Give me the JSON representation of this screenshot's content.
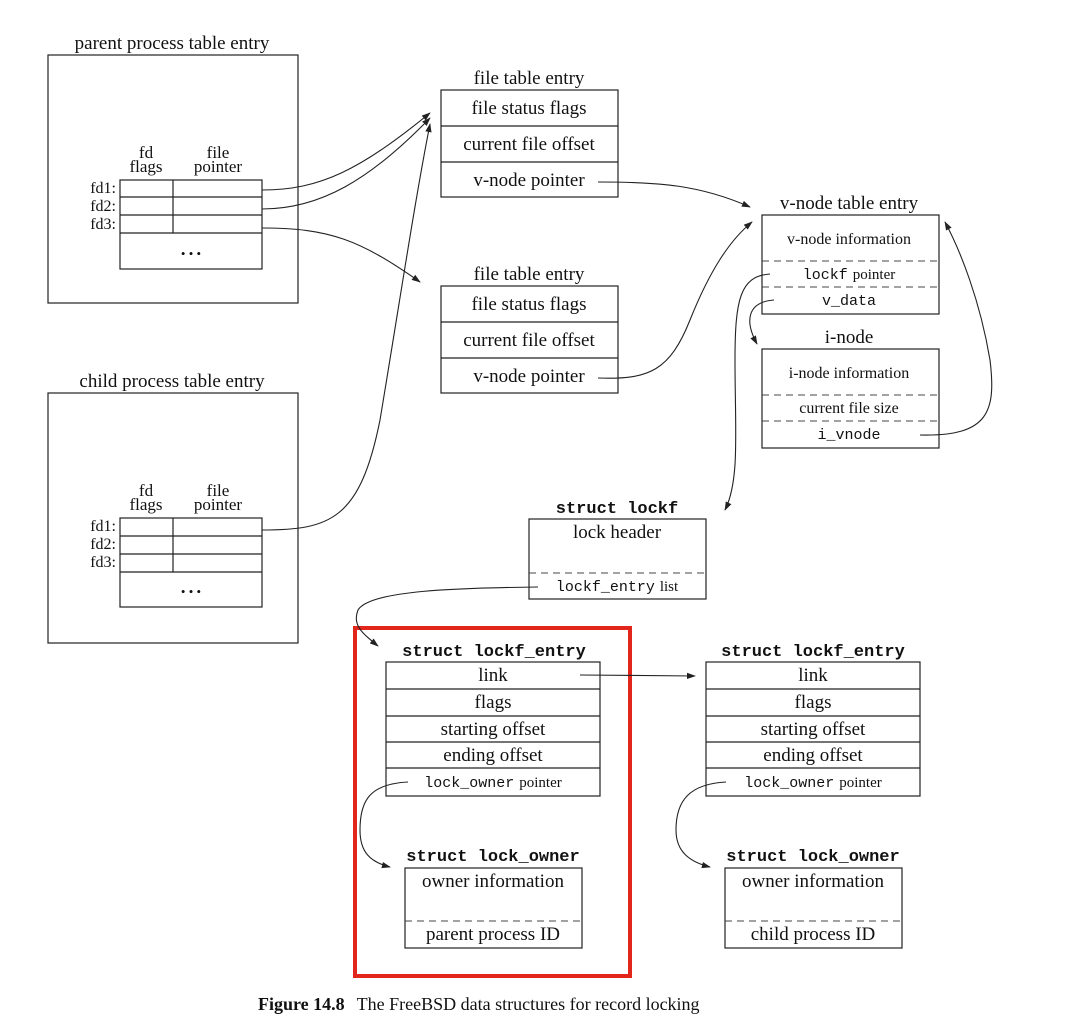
{
  "parent": {
    "title": "parent process table entry",
    "fd_flags_1": "fd",
    "fd_flags_2": "flags",
    "file_pointer_1": "file",
    "file_pointer_2": "pointer",
    "fd1": "fd1:",
    "fd2": "fd2:",
    "fd3": "fd3:",
    "dots": "• • •"
  },
  "child": {
    "title": "child process table entry",
    "fd_flags_1": "fd",
    "fd_flags_2": "flags",
    "file_pointer_1": "file",
    "file_pointer_2": "pointer",
    "fd1": "fd1:",
    "fd2": "fd2:",
    "fd3": "fd3:",
    "dots": "• • •"
  },
  "file_table_1": {
    "title": "file table entry",
    "row1": "file status flags",
    "row2": "current file offset",
    "row3": "v-node pointer"
  },
  "file_table_2": {
    "title": "file table entry",
    "row1": "file status flags",
    "row2": "current file offset",
    "row3": "v-node pointer"
  },
  "vnode": {
    "title": "v-node table entry",
    "info": "v-node information",
    "lockf_code": "lockf",
    "lockf_text": "pointer",
    "v_data": "v_data"
  },
  "inode": {
    "title": "i-node",
    "info": "i-node information",
    "size": "current file size",
    "i_vnode": "i_vnode"
  },
  "lockf": {
    "title": "struct lockf",
    "header": "lock header",
    "entry_code": "lockf_entry",
    "entry_text": "list"
  },
  "lockf_entry_1": {
    "title": "struct lockf_entry",
    "link": "link",
    "flags": "flags",
    "start": "starting offset",
    "end": "ending offset",
    "owner_code": "lock_owner",
    "owner_text": "pointer"
  },
  "lockf_entry_2": {
    "title": "struct lockf_entry",
    "link": "link",
    "flags": "flags",
    "start": "starting offset",
    "end": "ending offset",
    "owner_code": "lock_owner",
    "owner_text": "pointer"
  },
  "lock_owner_1": {
    "title": "struct lock_owner",
    "info": "owner information",
    "pid": "parent process ID"
  },
  "lock_owner_2": {
    "title": "struct lock_owner",
    "info": "owner information",
    "pid": "child process ID"
  },
  "caption": {
    "label": "Figure 14.8",
    "text": "The FreeBSD data structures for record locking"
  },
  "colors": {
    "highlight": "#e3261b",
    "ink": "#222222"
  }
}
